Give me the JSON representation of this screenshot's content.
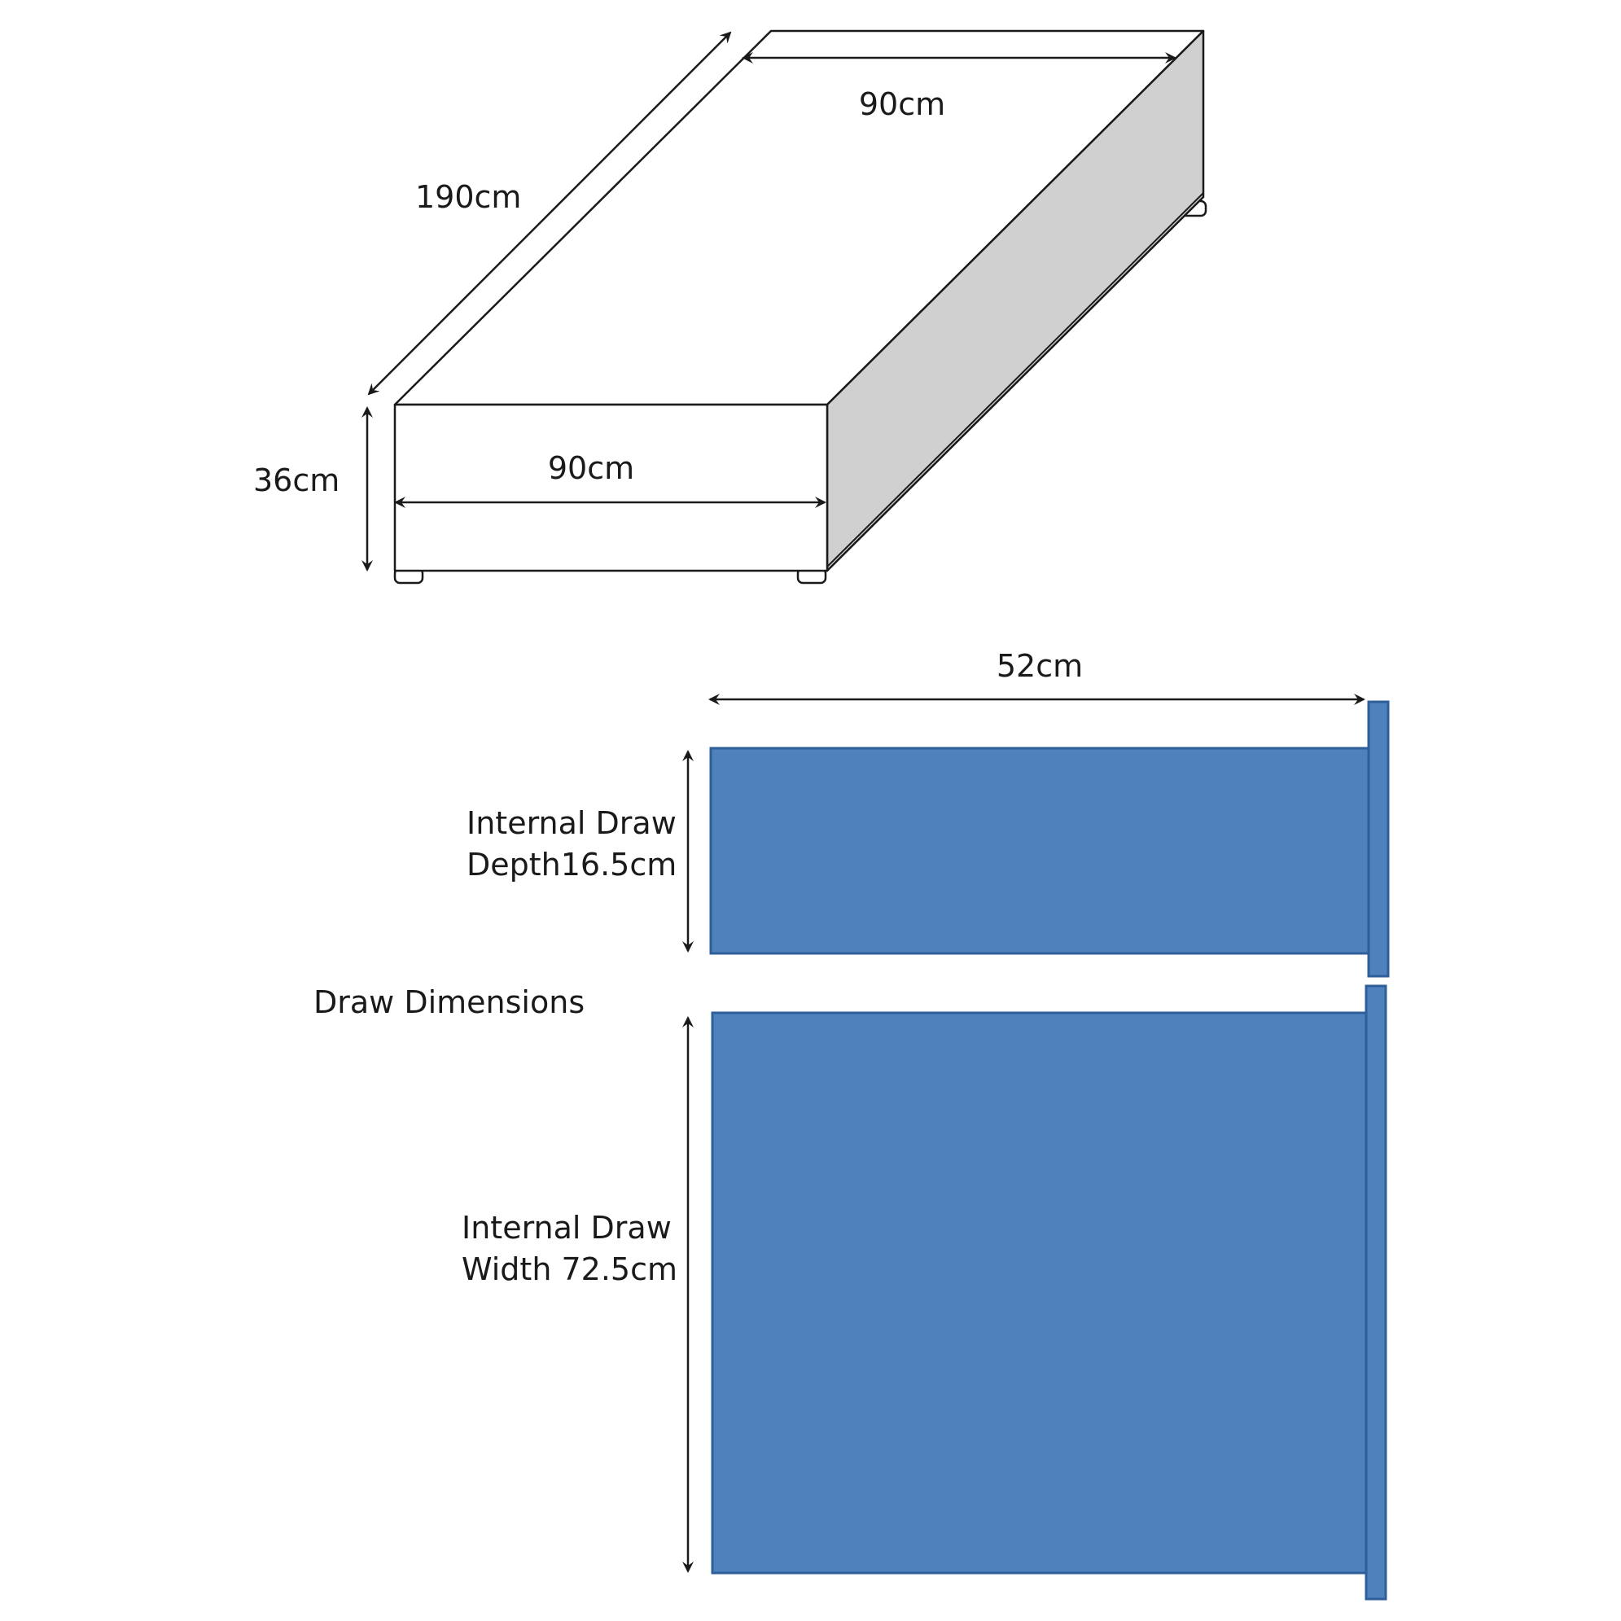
{
  "bed": {
    "length_label": "190cm",
    "top_width_label": "90cm",
    "front_width_label": "90cm",
    "height_label": "36cm"
  },
  "drawer": {
    "length_label": "52cm",
    "depth_label_line1": "Internal Draw",
    "depth_label_line2": "Depth16.5cm",
    "section_label": "Draw Dimensions",
    "width_label_line1": "Internal Draw",
    "width_label_line2": "Width 72.5cm"
  },
  "colors": {
    "outline": "#1a1a1a",
    "bed_side": "#d0d0d0",
    "drawer_fill": "#4f81bd",
    "drawer_stroke": "#2f5f99"
  }
}
